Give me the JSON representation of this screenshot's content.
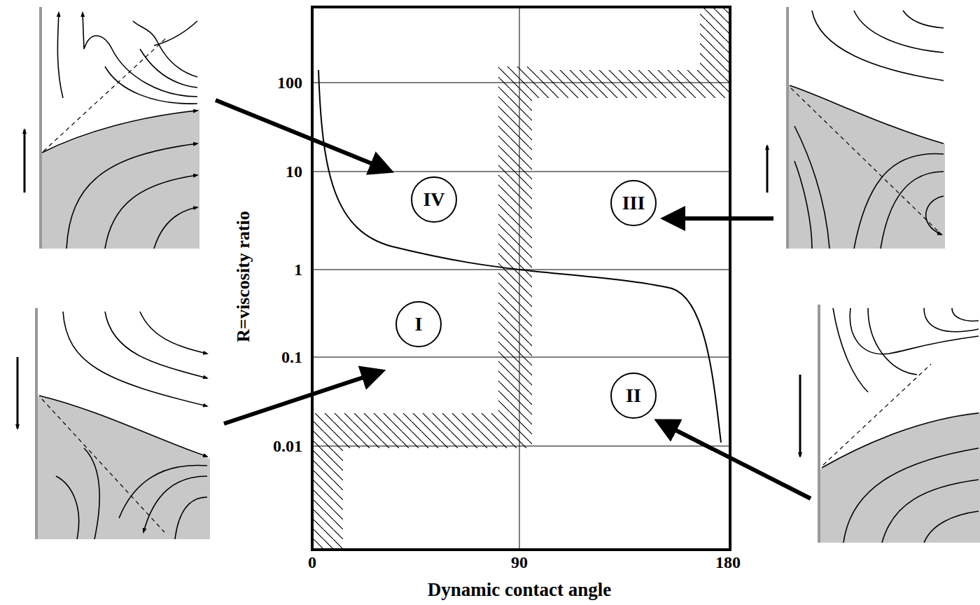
{
  "diagram": {
    "nodes": [
      {
        "text": [
          "IV"
        ]
      },
      {
        "text": [
          "III"
        ]
      },
      {
        "text": [
          "I"
        ]
      },
      {
        "text": [
          "II"
        ]
      }
    ],
    "labels": [
      "100",
      "10",
      "1",
      "0.1",
      "0.01",
      "0",
      "90",
      "180",
      "R=viscosity ratio",
      "Dynamic contact angle"
    ]
  }
}
